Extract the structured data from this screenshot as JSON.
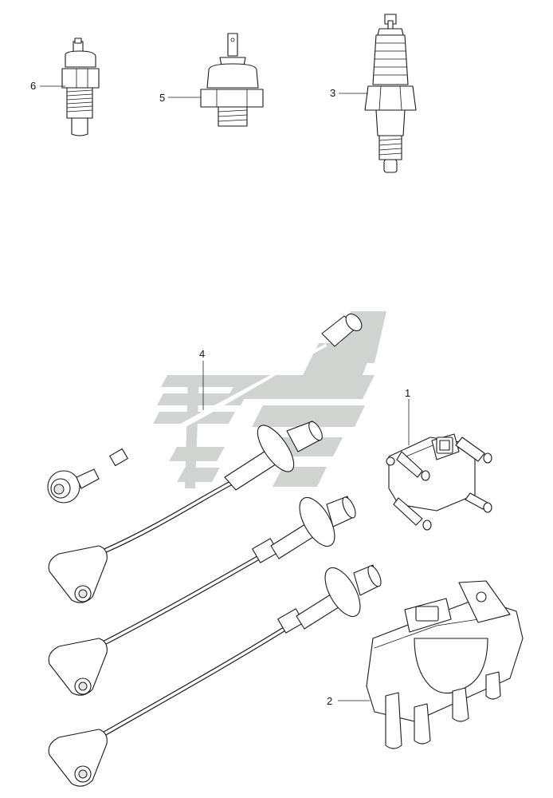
{
  "watermark": {
    "color": "#c8cdc9"
  },
  "callouts": [
    {
      "id": "1",
      "label": "1"
    },
    {
      "id": "2",
      "label": "2"
    },
    {
      "id": "3",
      "label": "3"
    },
    {
      "id": "4",
      "label": "4"
    },
    {
      "id": "5",
      "label": "5"
    },
    {
      "id": "6",
      "label": "6"
    }
  ],
  "parts": {
    "p1": "ignition-coil-1",
    "p2": "ignition-coil-2",
    "p3": "spark-plug",
    "p4": "ignition-wires",
    "p5": "sensor-switch-5",
    "p6": "sensor-switch-6"
  }
}
